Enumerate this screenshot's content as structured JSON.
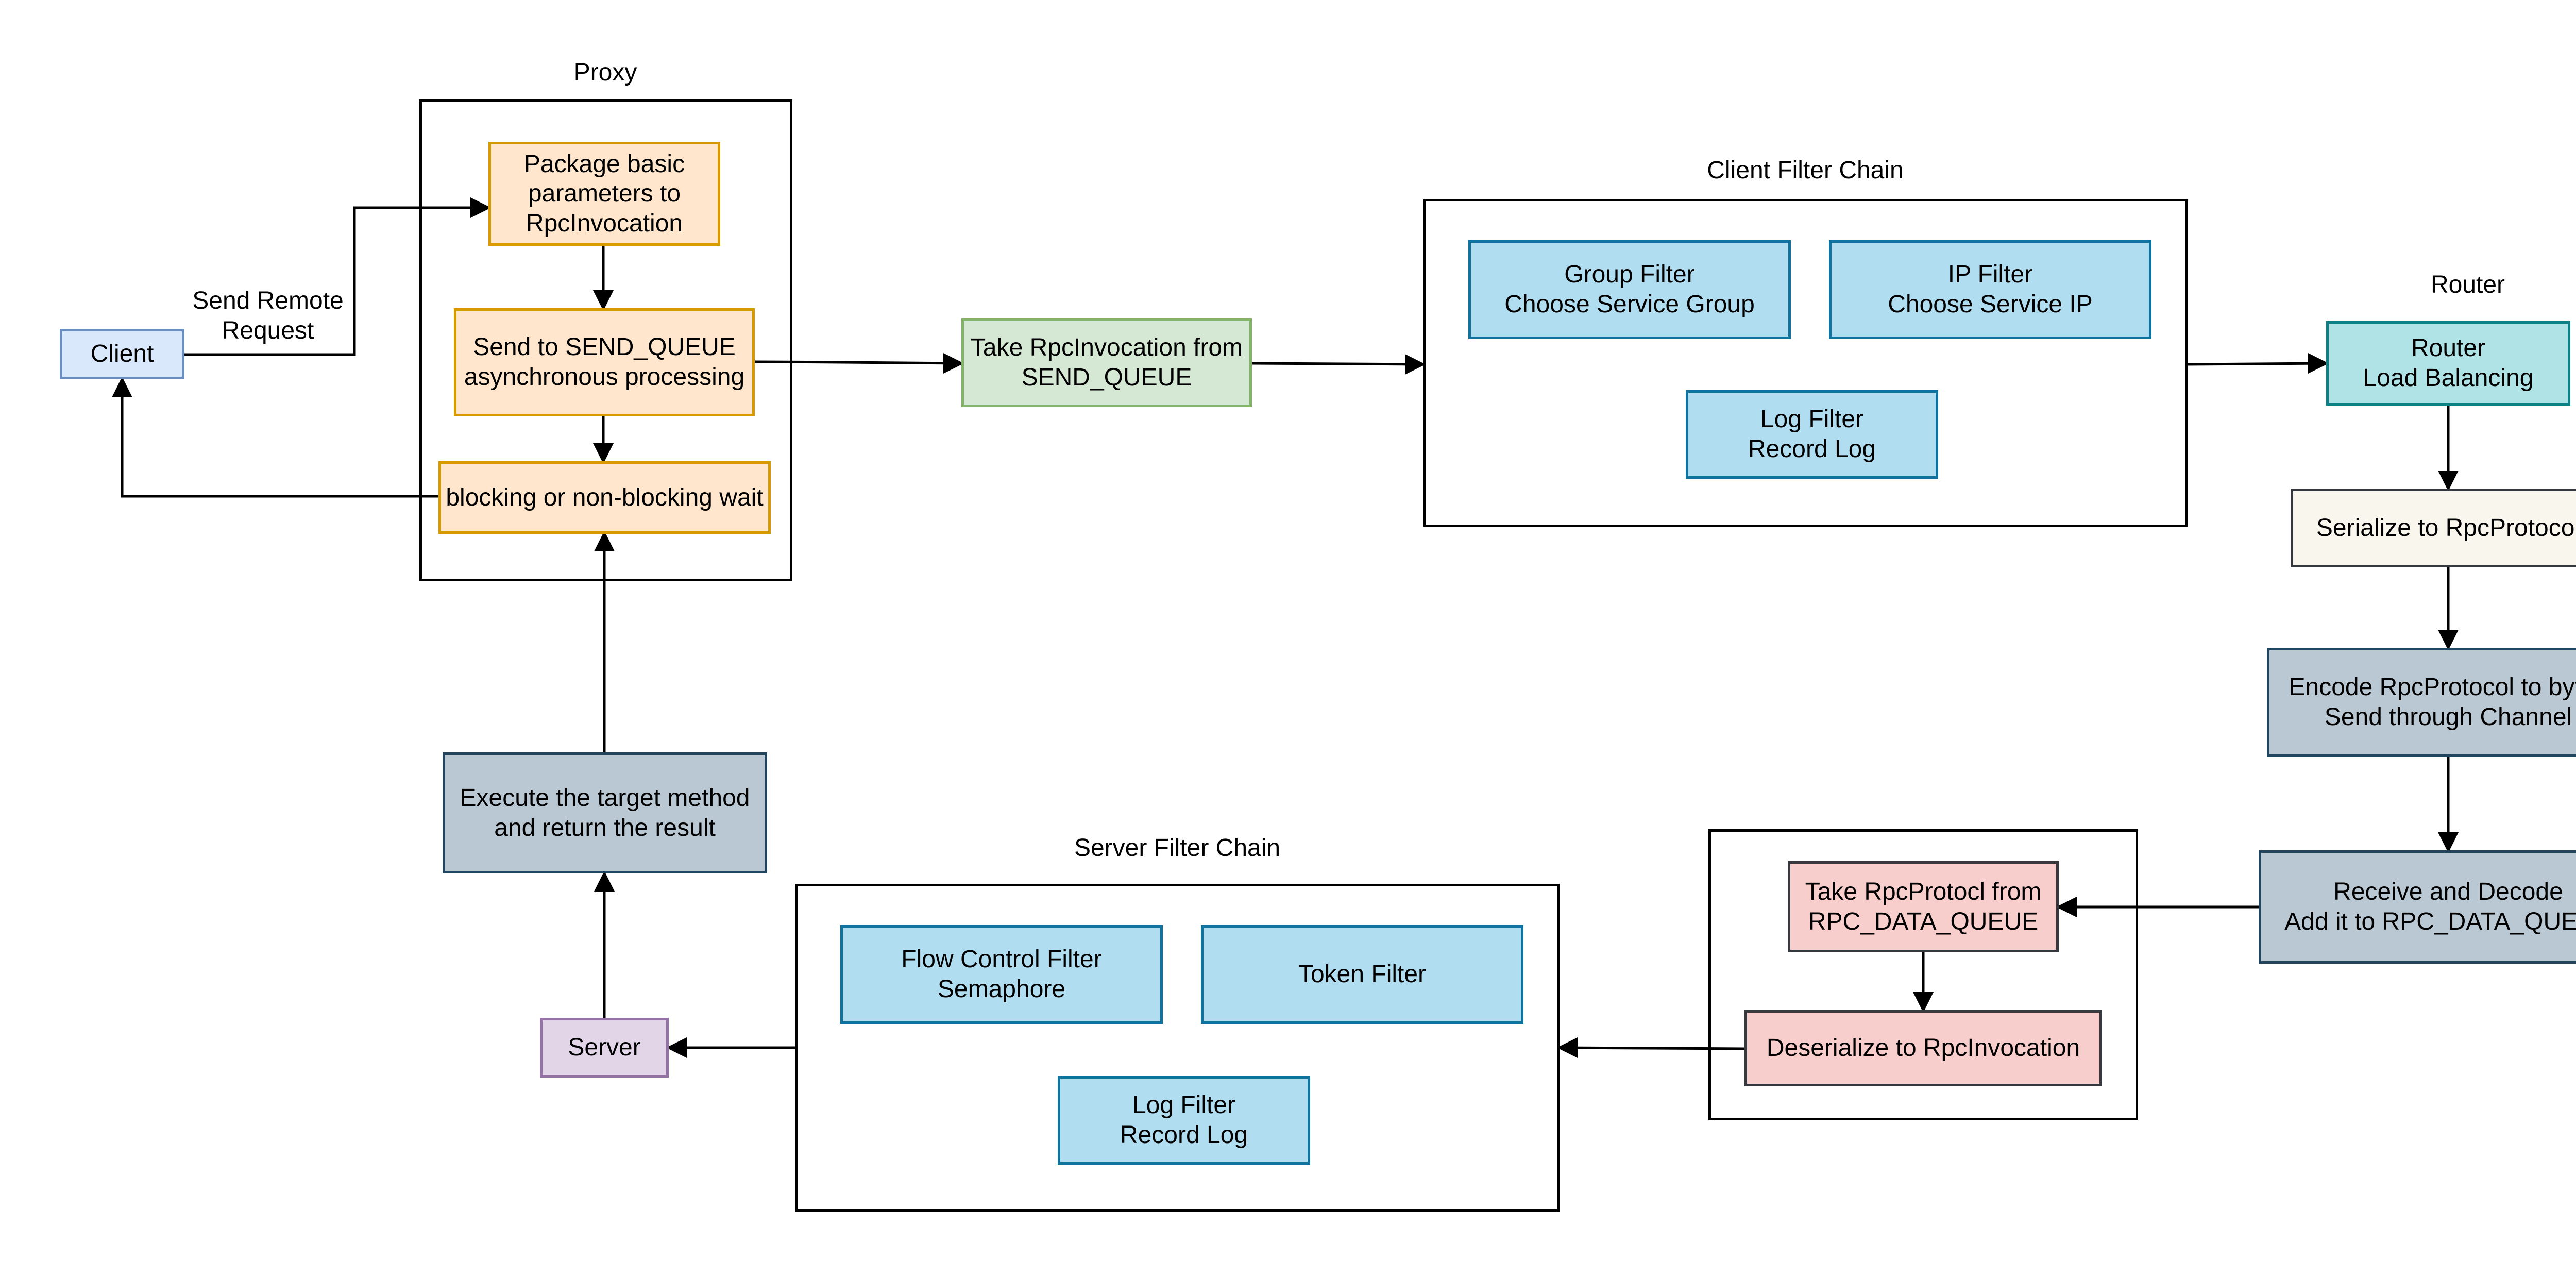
{
  "colors": {
    "orange_fill": "#ffe6cc",
    "orange_stroke": "#d79b00",
    "blue_fill": "#b1ddf0",
    "blue_stroke": "#10739e",
    "client_fill": "#dae8fc",
    "client_stroke": "#6c8ebf",
    "green_fill": "#d5e8d4",
    "green_stroke": "#82b366",
    "teal_fill": "#b0e3e6",
    "teal_stroke": "#0e8088",
    "cream_fill": "#f9f7ed",
    "grey_fill": "#bac8d3",
    "grey_stroke": "#23445d",
    "pink_fill": "#f8cecc",
    "purple_fill": "#e1d5e7",
    "purple_stroke": "#9673a6"
  },
  "labels": {
    "proxy": "Proxy",
    "client_filter_chain": "Client Filter Chain",
    "router": "Router",
    "server_filter_chain": "Server Filter Chain",
    "send_remote_request": "Send Remote\nRequest"
  },
  "nodes": {
    "client": "Client",
    "package_params": "Package basic\nparameters to\nRpcInvocation",
    "send_to_queue": "Send to SEND_QUEUE\nasynchronous processing",
    "wait": "blocking or non-blocking wait",
    "take_invocation": "Take RpcInvocation from\nSEND_QUEUE",
    "group_filter": "Group Filter\nChoose Service Group",
    "ip_filter": "IP Filter\nChoose Service IP",
    "client_log_filter": "Log Filter\nRecord Log",
    "router_lb": "Router\nLoad Balancing",
    "serialize": "Serialize to RpcProtocol",
    "encode": "Encode RpcProtocol to bytes\nSend through Channel",
    "receive_decode": "Receive and Decode\nAdd it to RPC_DATA_QUEUE",
    "take_protocol": "Take RpcProtocl from\nRPC_DATA_QUEUE",
    "deserialize": "Deserialize to RpcInvocation",
    "flow_control": "Flow Control Filter\nSemaphore",
    "token_filter": "Token Filter",
    "server_log_filter": "Log Filter\nRecord Log",
    "server": "Server",
    "execute": "Execute the target method\nand return the result"
  }
}
